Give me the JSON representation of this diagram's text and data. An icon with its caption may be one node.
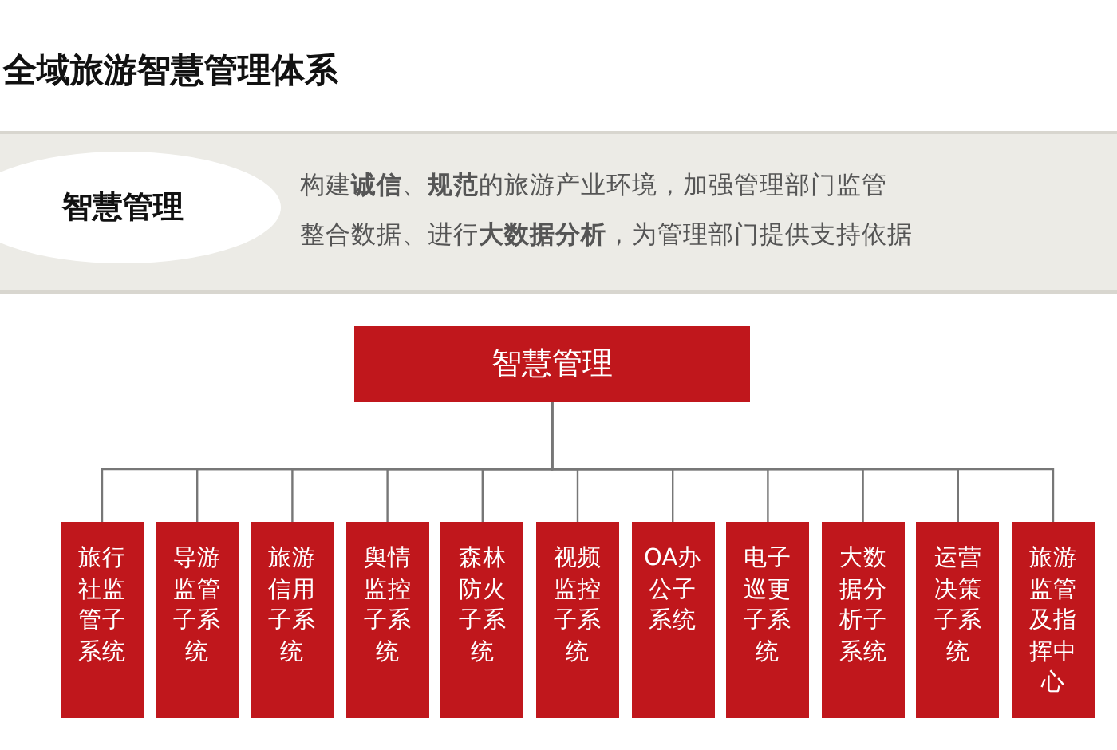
{
  "diagram": {
    "title": "全域旅游智慧管理体系",
    "nodes": [
      {
        "text": [
          "智慧管理"
        ]
      },
      {
        "text": [
          "智慧管理"
        ]
      },
      {
        "text": [
          "旅行社监管子系统"
        ]
      },
      {
        "text": [
          "导游监管子系统"
        ]
      },
      {
        "text": [
          "旅游信用子系统"
        ]
      },
      {
        "text": [
          "舆情监控子系统"
        ]
      },
      {
        "text": [
          "森林防火子系统"
        ]
      },
      {
        "text": [
          "视频监控子系统"
        ]
      },
      {
        "text": [
          "OA办公子系统"
        ]
      },
      {
        "text": [
          "电子巡更子系统"
        ]
      },
      {
        "text": [
          "大数据分析子系统"
        ]
      },
      {
        "text": [
          "运营决策子系统"
        ]
      },
      {
        "text": [
          "旅游监管及指挥中心"
        ]
      }
    ],
    "edges": [
      {
        "from": 1,
        "to": 2,
        "arrow": "none"
      },
      {
        "from": 1,
        "to": 3,
        "arrow": "none"
      },
      {
        "from": 1,
        "to": 4,
        "arrow": "none"
      },
      {
        "from": 1,
        "to": 5,
        "arrow": "none"
      },
      {
        "from": 1,
        "to": 6,
        "arrow": "none"
      },
      {
        "from": 1,
        "to": 7,
        "arrow": "none"
      },
      {
        "from": 1,
        "to": 8,
        "arrow": "none"
      },
      {
        "from": 1,
        "to": 9,
        "arrow": "none"
      },
      {
        "from": 1,
        "to": 10,
        "arrow": "none"
      },
      {
        "from": 1,
        "to": 11,
        "arrow": "none"
      },
      {
        "from": 1,
        "to": 12,
        "arrow": "none"
      }
    ],
    "labels": [
      "构建**诚信**、**规范**的旅游产业环境，加强管理部门监管",
      "整合数据、进行**大数据分析**，为管理部门提供支持依据"
    ]
  }
}
